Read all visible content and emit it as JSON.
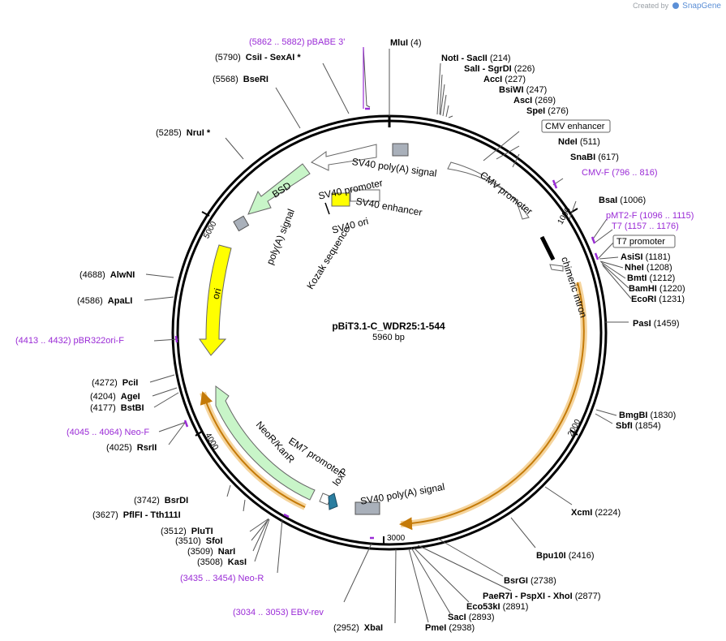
{
  "brand": {
    "prefix": "Created by",
    "name": "SnapGene"
  },
  "map": {
    "name": "pBiT3.1-C_WDR25:1-544",
    "size_label": "5960 bp",
    "total_bp": 5960
  },
  "ticks": [
    {
      "bp": 1000,
      "label": "1000"
    },
    {
      "bp": 2000,
      "label": "2000"
    },
    {
      "bp": 3000,
      "label": "3000"
    },
    {
      "bp": 4000,
      "label": "4000"
    },
    {
      "bp": 5000,
      "label": "5000"
    }
  ],
  "labels": {
    "l0": "(5862 .. 5882)  pBABE 3'",
    "l1a": "MluI",
    "l1b": "  (4)",
    "l2a": "(5790)",
    "l2b": "CsiI",
    "l2c": " -  SexAI *",
    "l3a": "(5568)",
    "l3b": "BseRI",
    "l4a": "(5285)",
    "l4b": "NruI *",
    "l5a": "NotI",
    "l5b": " - SacII",
    "l5c": "  (214)",
    "l6a": "SalI",
    "l6b": " - SgrDI",
    "l6c": "  (226)",
    "l7a": "AccI",
    "l7b": "  (227)",
    "l8a": "BsiWI",
    "l8b": "  (247)",
    "l9a": "AscI",
    "l9b": "  (269)",
    "l10a": "SpeI",
    "l10b": "  (276)",
    "l11": "CMV enhancer",
    "l12a": "NdeI",
    "l12b": "  (511)",
    "l13a": "SnaBI",
    "l13b": "  (617)",
    "l14": "CMV-F    (796 .. 816)",
    "l15a": "BsaI",
    "l15b": "  (1006)",
    "l16": "pMT2-F    (1096 .. 1115)",
    "l17": "T7    (1157 .. 1176)",
    "l18": "T7 promoter",
    "l19a": "AsiSI",
    "l19b": "  (1181)",
    "l20a": "NheI",
    "l20b": "  (1208)",
    "l21a": "BmtI",
    "l21b": "  (1212)",
    "l22a": "BamHI",
    "l22b": "  (1220)",
    "l23a": "EcoRI",
    "l23b": "  (1231)",
    "l24a": "PasI",
    "l24b": "  (1459)",
    "l25a": "BmgBI",
    "l25b": "  (1830)",
    "l26a": "SbfI",
    "l26b": "  (1854)",
    "l27a": "XcmI",
    "l27b": "  (2224)",
    "l28a": "Bpu10I",
    "l28b": "  (2416)",
    "l29a": "BsrGI",
    "l29b": "  (2738)",
    "l30a": "PaeR7I",
    "l30b": " - PspXI",
    "l30c": " - XhoI",
    "l30d": "  (2877)",
    "l31a": "Eco53kI",
    "l31b": "  (2891)",
    "l32a": "SacI",
    "l32b": "  (2893)",
    "l33a": "PmeI",
    "l33b": "  (2938)",
    "l34a": "(2952)",
    "l34b": "XbaI",
    "l35": "(3034 .. 3053)  EBV-rev",
    "l36": "(3435 .. 3454)  Neo-R",
    "l37a": "(3508)",
    "l37b": "KasI",
    "l38a": "(3509)",
    "l38b": "NarI",
    "l39a": "(3510)",
    "l39b": "SfoI",
    "l40a": "(3512)",
    "l40b": "PluTI",
    "l41a": "(3627)",
    "l41b": "PflFI",
    "l41c": " -  Tth111I",
    "l42a": "(3742)",
    "l42b": "BsrDI",
    "l43a": "(4025)",
    "l43b": "RsrII",
    "l44": "(4045 .. 4064)  Neo-F",
    "l45a": "(4177)",
    "l45b": "BstBI",
    "l46a": "(4204)",
    "l46b": "AgeI",
    "l47a": "(4272)",
    "l47b": "PciI",
    "l48": "(4413 .. 4432)  pBR322ori-F",
    "l49a": "(4586)",
    "l49b": "ApaLI",
    "l50a": "(4688)",
    "l50b": "AlwNI"
  },
  "features": {
    "sv40_polya_top": "SV40 poly(A) signal",
    "sv40_promoter": "SV40 promoter",
    "sv40_enhancer": "SV40 enhancer",
    "sv40_ori": "SV40 ori",
    "kozak": "Kozak sequence",
    "bsd": "BSD",
    "polya": "poly(A) signal",
    "ori": "ori",
    "cmv_promoter": "CMV promoter",
    "chimeric_intron": "chimeric intron",
    "neo": "NeoR/KanR",
    "em7": "EM7 promoter",
    "loxp": "loxP",
    "sv40_polya_bottom": "SV40 poly(A) signal"
  },
  "colors": {
    "backbone": "#000000",
    "primer": "#9a2bd6",
    "insert": "#c47a08",
    "insert_glow": "#f5d49c",
    "ori": "#ffff00",
    "marker": "#c8f5c8",
    "promoter": "#ffffff",
    "polya": "#a9b0ba",
    "lox": "#2a7ea0"
  }
}
